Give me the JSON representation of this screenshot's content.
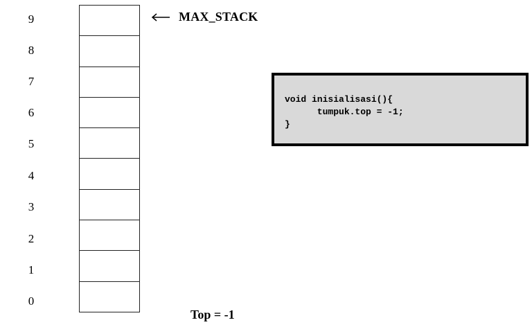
{
  "stack": {
    "indices": [
      "9",
      "8",
      "7",
      "6",
      "5",
      "4",
      "3",
      "2",
      "1",
      "0"
    ]
  },
  "max_stack": {
    "label": "MAX_STACK",
    "icon": "left-arrow-icon"
  },
  "code": {
    "lines": [
      "void inisialisasi(){",
      "      tumpuk.top = -1;",
      "}"
    ]
  },
  "top_label": "Top = -1",
  "colors": {
    "code_background": "#d9d9d9",
    "border": "#000000"
  }
}
